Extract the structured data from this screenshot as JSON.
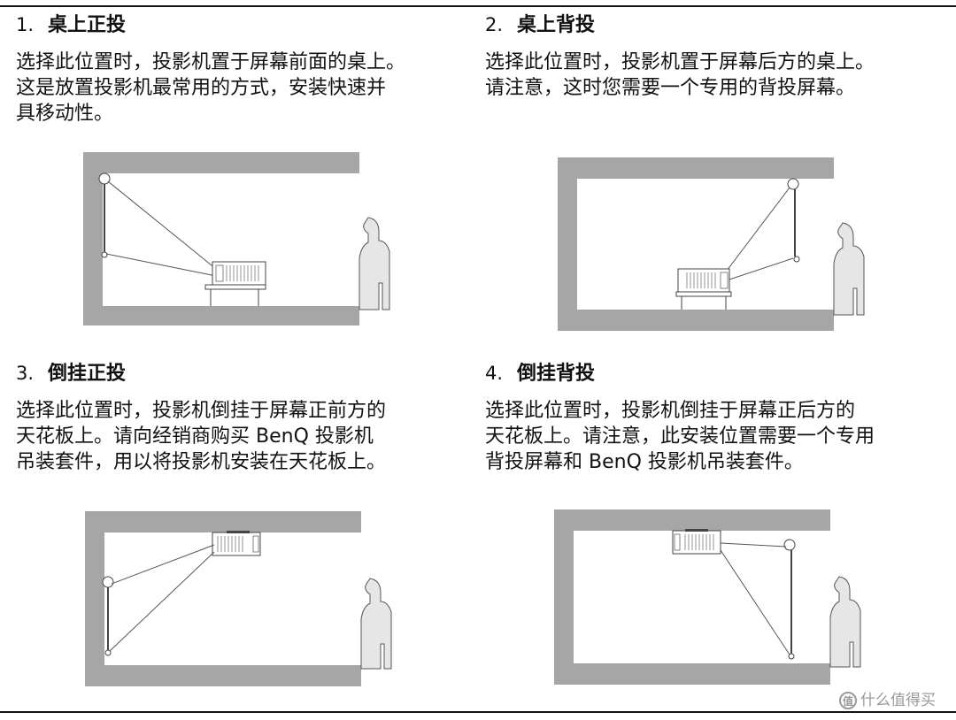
{
  "sections": [
    {
      "number": "1.",
      "title": "桌上正投",
      "lines": [
        "选择此位置时，投影机置于屏幕前面的桌上。",
        "这是放置投影机最常用的方式，安装快速并",
        "具移动性。"
      ]
    },
    {
      "number": "2.",
      "title": "桌上背投",
      "lines": [
        "选择此位置时，投影机置于屏幕后方的桌上。",
        "请注意，这时您需要一个专用的背投屏幕。"
      ]
    },
    {
      "number": "3.",
      "title": "倒挂正投",
      "lines": [
        "选择此位置时，投影机倒挂于屏幕正前方的",
        "天花板上。请向经销商购买 BenQ 投影机",
        "吊装套件，用以将投影机安装在天花板上。"
      ]
    },
    {
      "number": "4.",
      "title": "倒挂背投",
      "lines": [
        "选择此位置时，投影机倒挂于屏幕正后方的",
        "天花板上。请注意，此安装位置需要一个专用",
        "背投屏幕和 BenQ 投影机吊装套件。"
      ]
    }
  ],
  "watermark": {
    "icon_text": "值",
    "text": "什么值得买"
  },
  "colors": {
    "room_wall": "#a6a6a6",
    "line": "#444444",
    "person": "#e6e6e6"
  },
  "icons": {
    "figures": [
      "projector-icon",
      "screen-icon",
      "person-icon",
      "table-icon"
    ]
  }
}
